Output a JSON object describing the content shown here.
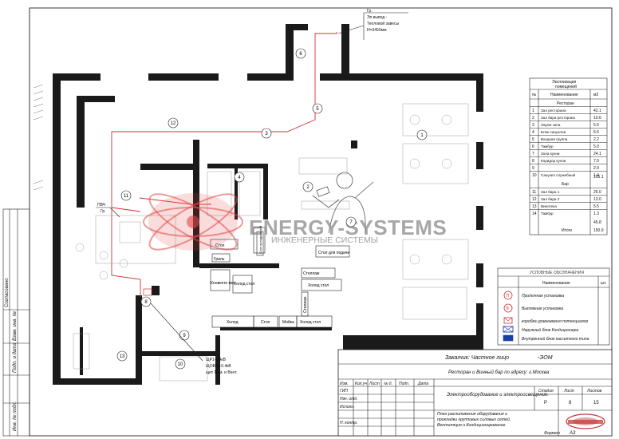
{
  "stamp": {
    "label_approved": "Согласовано",
    "label_replace_inv": "Взам. инв. №",
    "label_sign_date": "Подп. и дата",
    "label_inv_orig": "Инв. № подл."
  },
  "callouts": {
    "air_outlet": [
      "Гр.",
      "Эл.вывод -",
      "Тепловой завесы",
      "H=3450мм"
    ],
    "pv": [
      "ПВЧ",
      "Гр."
    ],
    "panel": [
      "ЩР1-0.4кВ",
      "ЩОВиК-0.4кВ",
      "щит Пом. и Вент."
    ]
  },
  "markers": [
    "1",
    "2",
    "3",
    "4",
    "5",
    "6",
    "7",
    "8",
    "9",
    "10",
    "11",
    "12",
    "13"
  ],
  "furniture_labels": {
    "stol": "Стол",
    "stol_podachi": "Стол для подачи",
    "stellazh": "Стеллаж",
    "holod_stol": "Холод стол",
    "holod": "Холод",
    "moyka": "Мойка",
    "gril": "Гриль",
    "konvekto": "Конвекто мат",
    "holod_stol_small": "Холод стол",
    "stellazh_vert": "Стеллаж",
    "stol_holod_vert": "Стол холодильный"
  },
  "watermark": {
    "title": "ENERGY-SYSTEMS",
    "subtitle": "ИНЖЕНЕРНЫЕ СИСТЕМЫ"
  },
  "rooms_table": {
    "title": [
      "Экспликация",
      "помещений"
    ],
    "headers": [
      "№",
      "Наименование",
      "м2"
    ],
    "section_restaurant": "Ресторан",
    "rows_restaurant": [
      [
        "1",
        "Зал ресторана",
        "42.1"
      ],
      [
        "2",
        "Зал бара ресторана",
        "10.6"
      ],
      [
        "3",
        "Лаунж зона",
        "5.5"
      ],
      [
        "4",
        "Блок санузлов",
        "6.6"
      ],
      [
        "5",
        "Входная группа",
        "2.2"
      ],
      [
        "6",
        "Тамбур",
        "5.0"
      ],
      [
        "7",
        "Зона кухни",
        "24.1"
      ],
      [
        "8",
        "Коридор кухни",
        "7.0"
      ],
      [
        "9",
        "",
        "2.0"
      ],
      [
        "10",
        "Санузел служебный",
        "1.4"
      ]
    ],
    "subtotal_1": "105.1",
    "section_bar": "Бар",
    "rows_bar": [
      [
        "11",
        "Зал бара 1",
        "26.0"
      ],
      [
        "12",
        "Зал бара 2",
        "13.0"
      ],
      [
        "13",
        "Винотека",
        "5.5"
      ],
      [
        "14",
        "Тамбур",
        "1.3"
      ]
    ],
    "subtotal_2": "45.8",
    "total_label": "Итого",
    "total_value": "150.9"
  },
  "legend": {
    "title": "УСЛОВНЫЕ ОБОЗНАЧЕНИЯ",
    "col_name": "Наименование",
    "col_qty": "шт.",
    "items": [
      "Приточная установка",
      "Вытяжная установка",
      "коробка уравнивания потенциалов",
      "Наружный блок Кондиционера",
      "Внутренний блок кассетного типа"
    ]
  },
  "title_block": {
    "customer": "Заказчик: Частное лицо",
    "code": "-ЭОМ",
    "object": "Ресторан и Винный бар по адресу: г.Москва",
    "col_heads": [
      "Изм.",
      "Кол.уч",
      "Лист",
      "№ д.",
      "Подп.",
      "Дата"
    ],
    "roles": [
      "ГИП",
      "Нач. отд.",
      "Исполн.",
      "",
      "Н. контр."
    ],
    "doc_title": "Электрооборудование и электроосвещение.",
    "sheet_desc": "План расположения оборудования и прокладки групповых силовых сетей. Вентиляция и Кондиционирование.",
    "stage_label": "Стадия",
    "sheet_label": "Лист",
    "sheets_label": "Листов",
    "stage": "Р",
    "sheet": "8",
    "sheets": "15",
    "format_label": "Формат",
    "format": "А3"
  }
}
